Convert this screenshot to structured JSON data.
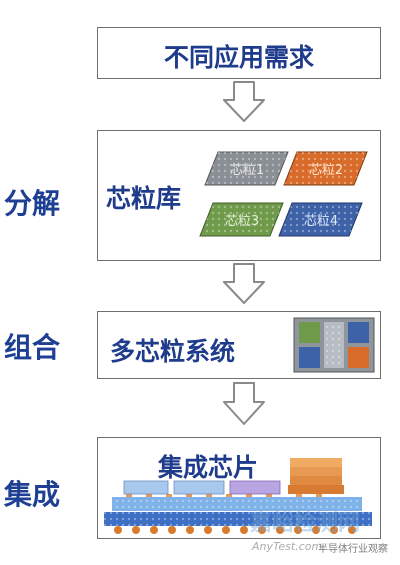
{
  "stages": {
    "demand": "不同应用需求",
    "library": "芯粒库",
    "system": "多芯粒系统",
    "integrated": "集成芯片"
  },
  "side_labels": {
    "decompose": "分解",
    "combine": "组合",
    "integrate": "集成"
  },
  "chiplets": [
    {
      "label": "芯粒1",
      "color": "#8a8f96"
    },
    {
      "label": "芯粒2",
      "color": "#d86b2a"
    },
    {
      "label": "芯粒3",
      "color": "#6f9a4a"
    },
    {
      "label": "芯粒4",
      "color": "#3d62a8"
    }
  ],
  "watermark": {
    "main": "嘉峪检测网",
    "sub": "AnyTest.com",
    "source": "半导体行业观察"
  },
  "colors": {
    "label_text": "#1f3c8c",
    "box_border": "#6f6f6f",
    "arrow": "#8a8a8a"
  }
}
